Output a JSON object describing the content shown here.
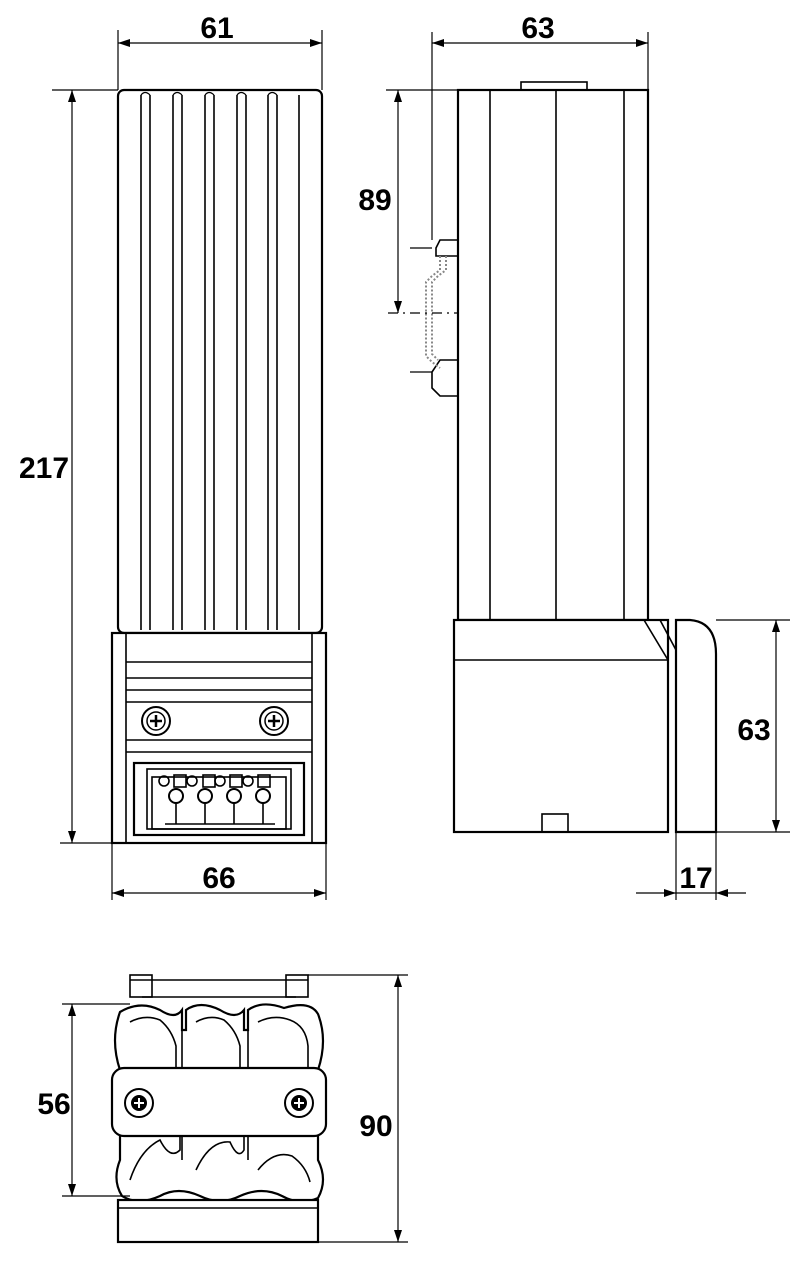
{
  "dimensions": {
    "front_width_top": "61",
    "side_depth_top": "63",
    "front_height": "217",
    "rail_offset": "89",
    "front_width_bottom": "66",
    "side_base_height": "63",
    "side_base_offset": "17",
    "bottom_height": "56",
    "bottom_total": "90"
  },
  "colors": {
    "line": "#000000",
    "background": "#ffffff",
    "rail": "#888888"
  }
}
